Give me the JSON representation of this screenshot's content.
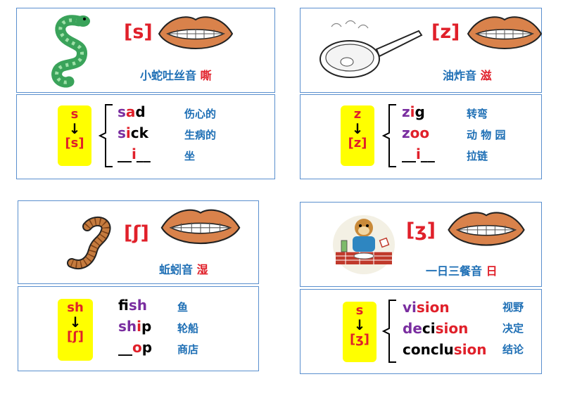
{
  "cards": [
    {
      "ipa": "[s]",
      "caption": {
        "main": "小蛇吐丝音",
        "sound": "嘶"
      },
      "picture": "snake-icon",
      "box": {
        "top": "s",
        "bottom": "[s]"
      },
      "words": [
        {
          "parts": [
            {
              "t": "s",
              "c": "purple"
            },
            {
              "t": "a",
              "c": "red"
            },
            {
              "t": "d",
              "c": "black"
            }
          ],
          "meaning": "伤心的"
        },
        {
          "parts": [
            {
              "t": "s",
              "c": "purple"
            },
            {
              "t": "i",
              "c": "red"
            },
            {
              "t": "ck",
              "c": "black"
            }
          ],
          "meaning": "生病的"
        },
        {
          "parts": [
            {
              "t": "__",
              "c": "black"
            },
            {
              "t": "i",
              "c": "red"
            },
            {
              "t": "__",
              "c": "black"
            }
          ],
          "meaning": "坐"
        }
      ]
    },
    {
      "ipa": "[z]",
      "caption": {
        "main": "油炸音",
        "sound": "滋"
      },
      "picture": "frying-pan-icon",
      "box": {
        "top": "z",
        "bottom": "[z]"
      },
      "words": [
        {
          "parts": [
            {
              "t": "z",
              "c": "purple"
            },
            {
              "t": "i",
              "c": "red"
            },
            {
              "t": "g",
              "c": "black"
            }
          ],
          "meaning": "转弯"
        },
        {
          "parts": [
            {
              "t": "z",
              "c": "purple"
            },
            {
              "t": "oo",
              "c": "red"
            }
          ],
          "meaning": "动 物 园"
        },
        {
          "parts": [
            {
              "t": "__",
              "c": "black"
            },
            {
              "t": "i",
              "c": "red"
            },
            {
              "t": "__",
              "c": "black"
            }
          ],
          "meaning": "拉链"
        }
      ]
    },
    {
      "ipa": "[ʃ]",
      "caption": {
        "main": "蚯蚓音",
        "sound": "湿"
      },
      "picture": "worm-icon",
      "box": {
        "top": "sh",
        "bottom": "[ʃ]"
      },
      "words": [
        {
          "parts": [
            {
              "t": "f",
              "c": "black"
            },
            {
              "t": "i",
              "c": "red"
            },
            {
              "t": "sh",
              "c": "purple"
            }
          ],
          "meaning": "鱼"
        },
        {
          "parts": [
            {
              "t": "sh",
              "c": "purple"
            },
            {
              "t": "i",
              "c": "red"
            },
            {
              "t": "p",
              "c": "black"
            }
          ],
          "meaning": "轮船"
        },
        {
          "parts": [
            {
              "t": "__",
              "c": "black"
            },
            {
              "t": "o",
              "c": "red"
            },
            {
              "t": "p",
              "c": "black"
            }
          ],
          "meaning": "商店"
        }
      ]
    },
    {
      "ipa": "[ʒ]",
      "caption": {
        "main": "一日三餐音",
        "sound": "日"
      },
      "picture": "monkey-eating-icon",
      "box": {
        "top": "s",
        "bottom": "[ʒ]"
      },
      "words": [
        {
          "parts": [
            {
              "t": "vi",
              "c": "purple"
            },
            {
              "t": "sion",
              "c": "red"
            }
          ],
          "meaning": "视野"
        },
        {
          "parts": [
            {
              "t": "de",
              "c": "purple"
            },
            {
              "t": "ci",
              "c": "black"
            },
            {
              "t": "sion",
              "c": "red"
            }
          ],
          "meaning": "决定"
        },
        {
          "parts": [
            {
              "t": "conclu",
              "c": "black"
            },
            {
              "t": "sion",
              "c": "red"
            }
          ],
          "meaning": "结论"
        }
      ]
    }
  ],
  "colors": {
    "border": "#5a8fce",
    "red": "#e0202a",
    "purple": "#7a2ea0",
    "blue": "#1e6fb5",
    "yellow": "#ffff00",
    "lip": "#d9824b"
  }
}
